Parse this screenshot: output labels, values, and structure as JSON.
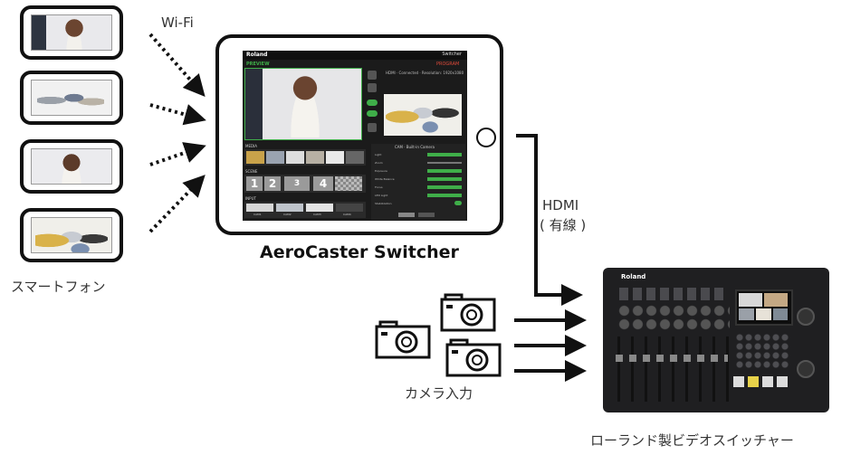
{
  "labels": {
    "wifi": "Wi-Fi",
    "smartphones": "スマートフォン",
    "app_title": "AeroCaster Switcher",
    "hdmi": "HDMI",
    "hdmi_wired": "( 有線 )",
    "camera_input": "カメラ入力",
    "switcher": "ローランド製ビデオスイッチャー"
  },
  "tablet_screen": {
    "brand": "Roland",
    "app_name": "Switcher",
    "preview_label": "PREVIEW",
    "program_label": "PROGRAM",
    "hdmi_info": "HDMI · Connected · Resolution: 1920x1080",
    "panel_title": "CAM · Built-in Camera",
    "setting_rows": [
      "Light",
      "Zoom",
      "Exposure",
      "White Balance",
      "Focus",
      "LED Light",
      "Stabilization"
    ],
    "media_label": "MEDIA",
    "scene_label": "SCENE",
    "input_label": "INPUT",
    "scene_numbers": [
      "1",
      "2",
      "3",
      "4"
    ],
    "input_cams": [
      "CAM1",
      "CAM2",
      "CAM3",
      "CAM4"
    ]
  },
  "mixer": {
    "brand": "Roland"
  },
  "colors": {
    "arrow": "#111111",
    "accent_green": "#3fae49",
    "screen_dark": "#1b1b1b"
  }
}
